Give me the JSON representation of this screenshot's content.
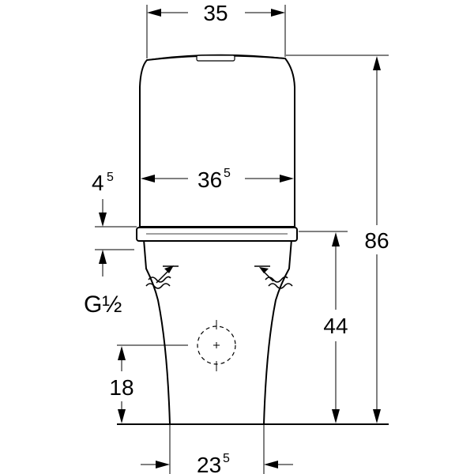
{
  "dimensions": {
    "tank_depth": "35",
    "tank_width_main": "36",
    "tank_width_sup": "5",
    "seat_gap_main": "4",
    "seat_gap_sup": "5",
    "total_height": "86",
    "seat_height": "44",
    "outlet_height": "18",
    "base_width_main": "23",
    "base_width_sup": "5",
    "water_connection": "G½"
  },
  "colors": {
    "ink": "#000000",
    "paper": "#ffffff"
  }
}
